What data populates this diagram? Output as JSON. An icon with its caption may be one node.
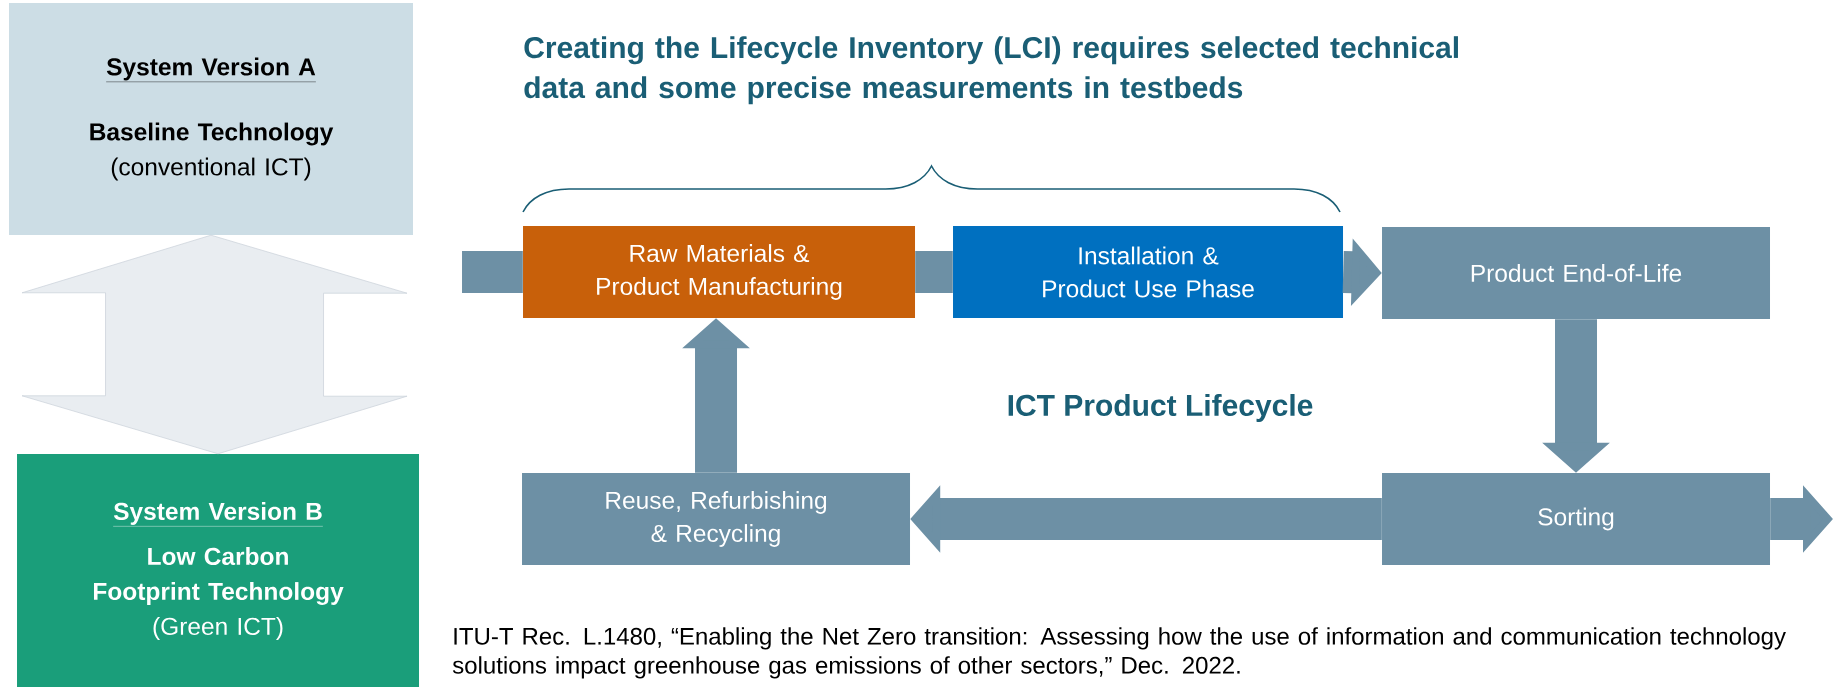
{
  "diagram": {
    "nodes": [
      {
        "text": [
          "System Version A",
          "Baseline Technology",
          "(conventional ICT)"
        ]
      },
      {
        "text": [
          "Raw Materials & Product Manufacturing"
        ]
      },
      {
        "text": [
          "Installation & Product Use Phase"
        ]
      },
      {
        "text": [
          "Product End-of-Life"
        ]
      },
      {
        "text": [
          "Reuse, Refurbishing & Recycling"
        ]
      },
      {
        "text": [
          "Sorting"
        ]
      },
      {
        "text": [
          "System Version B",
          "Low Carbon Footprint Technology",
          "(Green ICT)"
        ]
      }
    ],
    "edges": [
      {
        "from": 0,
        "to": 6,
        "arrow": "both",
        "style": "thick",
        "color": "#e9edf1"
      },
      {
        "from": null,
        "to": 1,
        "arrow": "none"
      },
      {
        "from": 1,
        "to": 2,
        "arrow": "none"
      },
      {
        "from": 2,
        "to": 3,
        "arrow": "to"
      },
      {
        "from": 3,
        "to": 5,
        "arrow": "to"
      },
      {
        "from": 5,
        "to": 4,
        "arrow": "to"
      },
      {
        "from": 5,
        "to": null,
        "arrow": "to"
      },
      {
        "from": 4,
        "to": 1,
        "arrow": "to"
      }
    ],
    "labels": [
      "Creating the Lifecycle Inventory (LCI) requires selected technical data and some precise measurements in testbeds",
      "ICT Product Lifecycle",
      "ITU-T Rec. L.1480, “Enabling the Net Zero transition: Assessing how the use of information and communication technology solutions impact greenhouse gas emissions of other sectors,” Dec. 2022."
    ]
  }
}
